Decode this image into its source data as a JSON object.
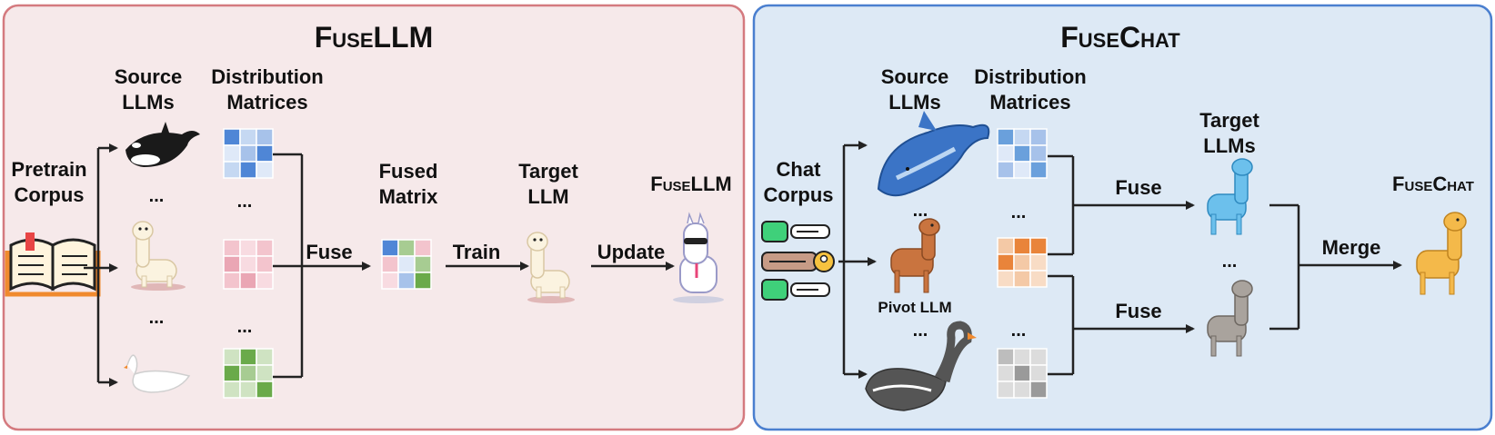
{
  "left_panel": {
    "title": "FuseLLM",
    "source_llms_label": [
      "Source",
      "LLMs"
    ],
    "distribution_label": [
      "Distribution",
      "Matrices"
    ],
    "input_label": [
      "Pretrain",
      "Corpus"
    ],
    "fuse_label": "Fuse",
    "fused_label": [
      "Fused",
      "Matrix"
    ],
    "train_label": "Train",
    "target_label": [
      "Target",
      "LLM"
    ],
    "update_label": "Update",
    "result_label": "FuseLLM",
    "ellipsis": "...",
    "colors": {
      "background": "#f6e9ea",
      "border": "#d47a7f"
    }
  },
  "right_panel": {
    "title": "FuseChat",
    "source_llms_label": [
      "Source",
      "LLMs"
    ],
    "distribution_label": [
      "Distribution",
      "Matrices"
    ],
    "input_label": [
      "Chat",
      "Corpus"
    ],
    "pivot_label": "Pivot LLM",
    "fuse_label_1": "Fuse",
    "fuse_label_2": "Fuse",
    "target_label": [
      "Target",
      "LLMs"
    ],
    "merge_label": "Merge",
    "result_label": "FuseChat",
    "ellipsis": "...",
    "colors": {
      "background": "#dde9f5",
      "border": "#4a7fcf"
    }
  },
  "icons": [
    "book-icon",
    "orca-icon",
    "alpaca-icon",
    "swan-icon",
    "whale-icon",
    "llama-icon",
    "chat-icon"
  ]
}
